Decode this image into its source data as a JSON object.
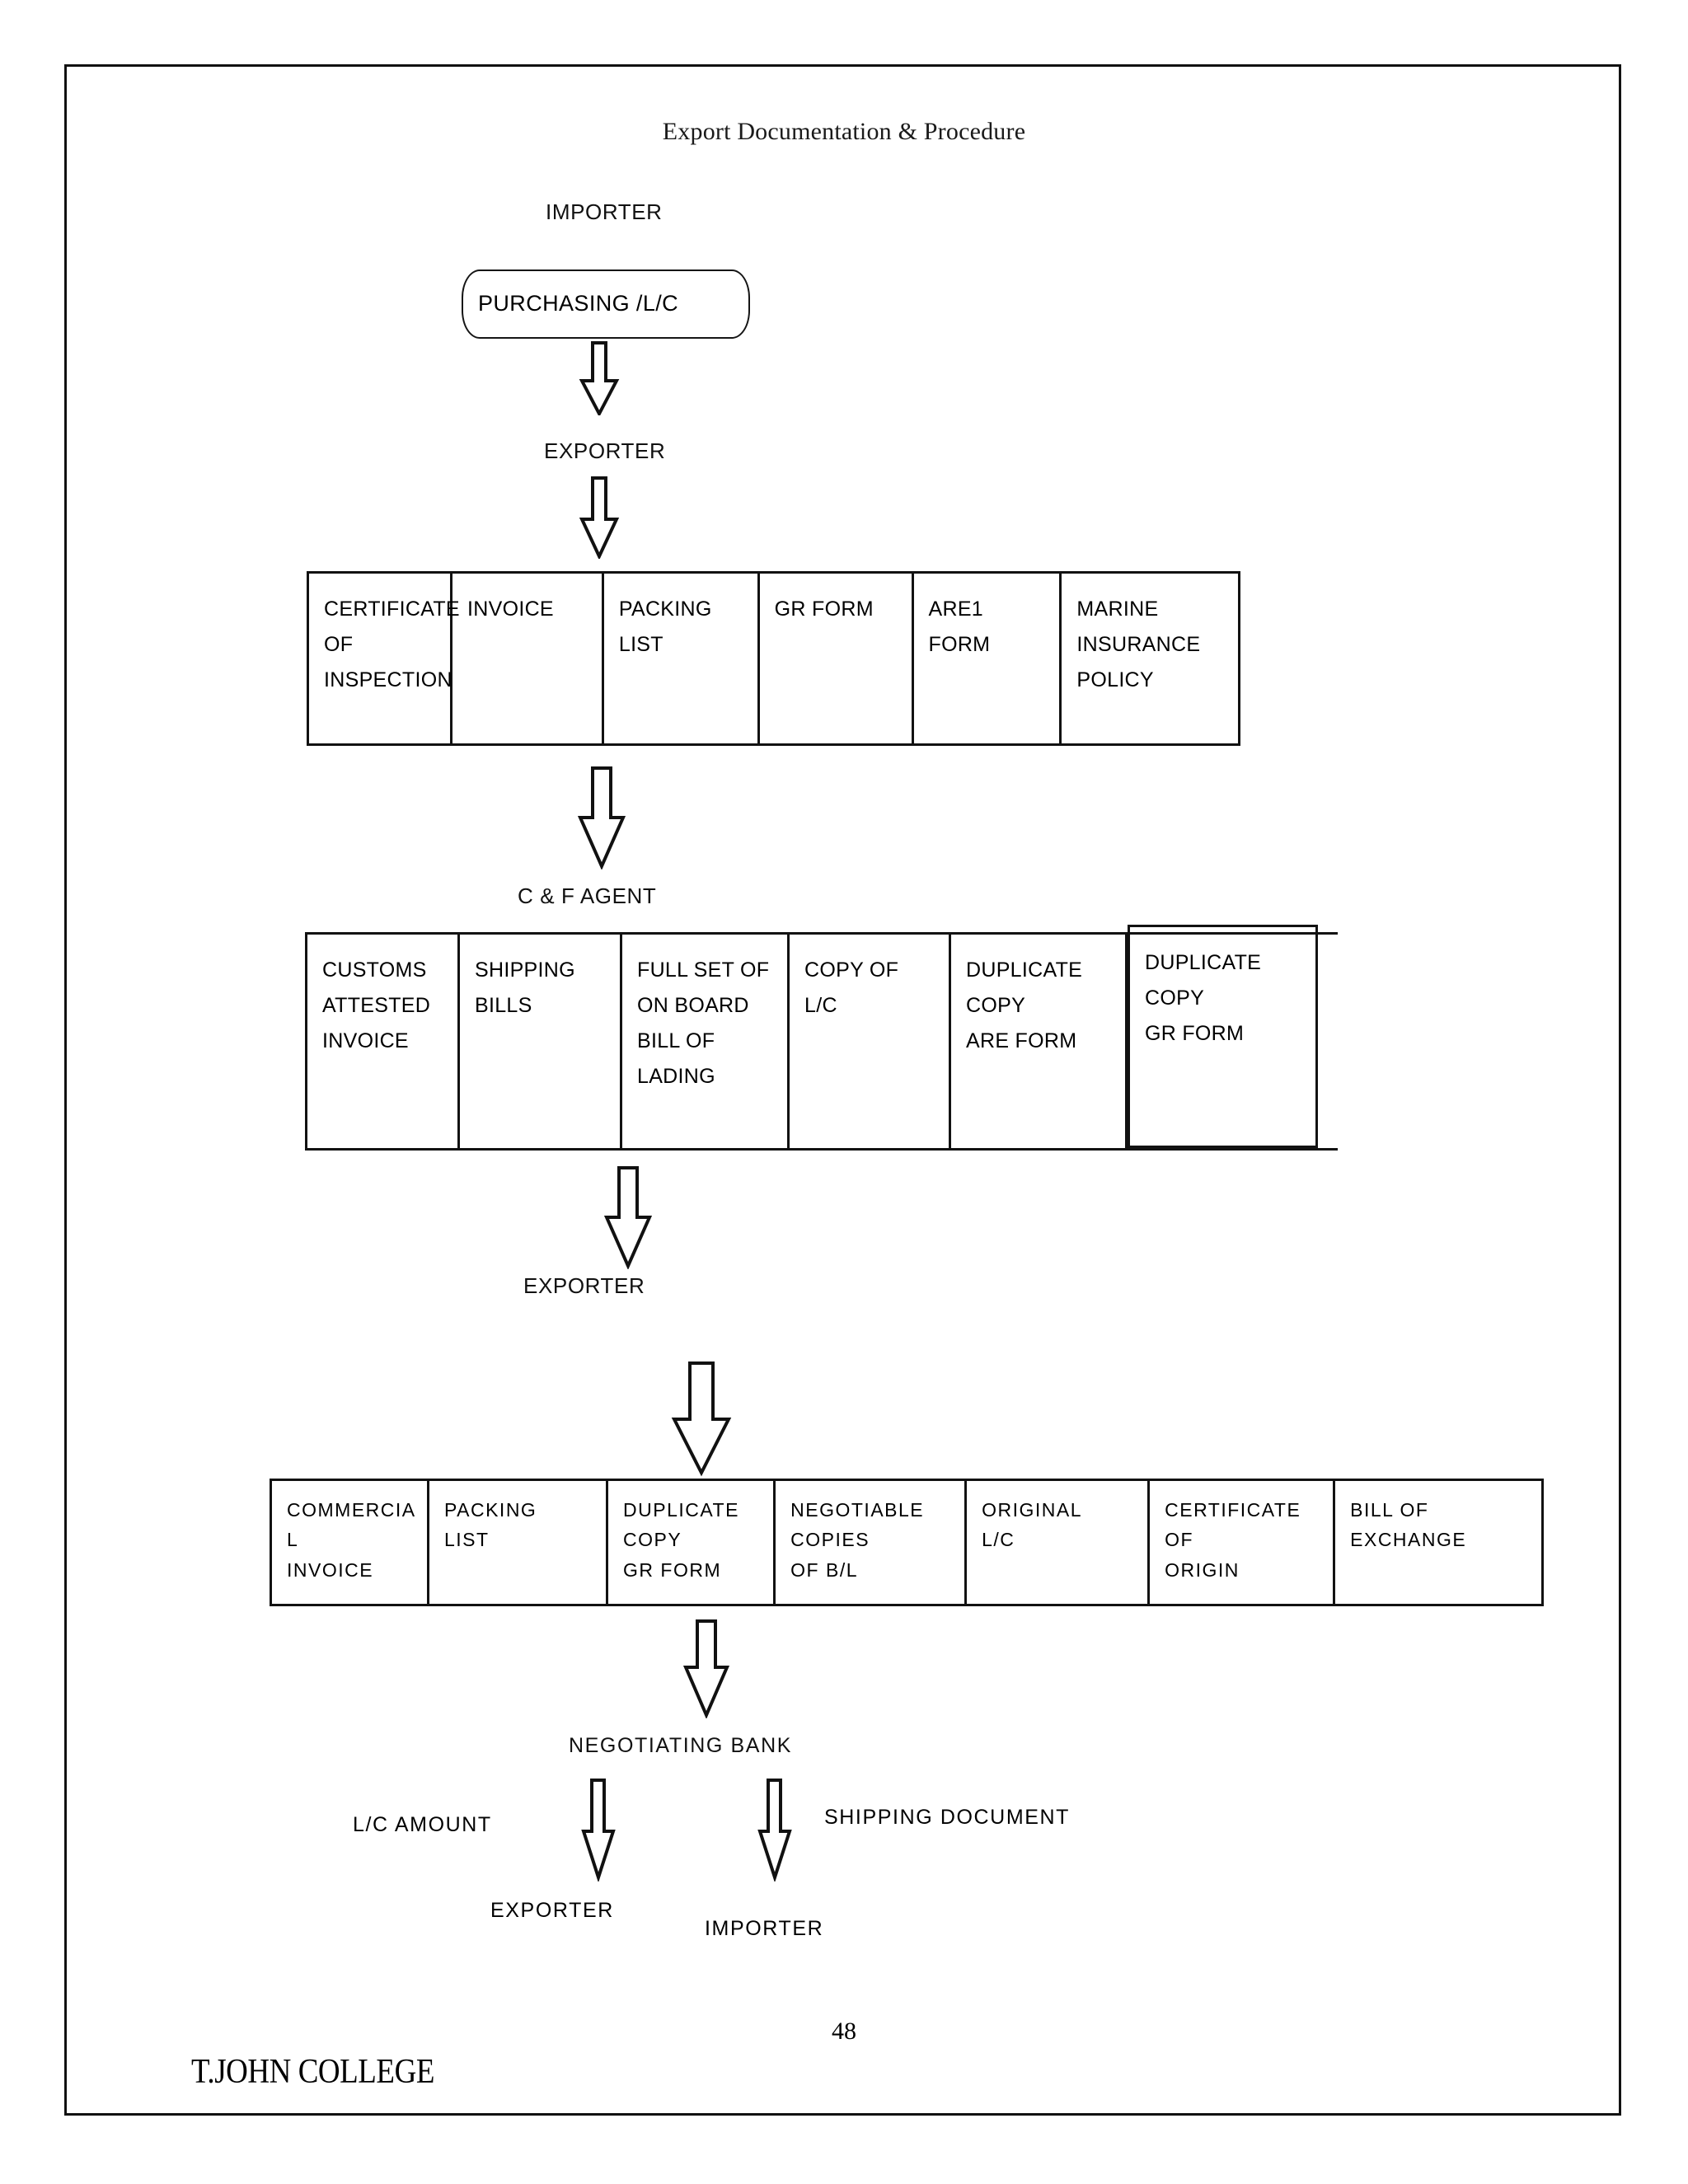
{
  "page": {
    "running_head": "Export Documentation & Procedure",
    "page_number": "48",
    "college_name": "T.JOHN COLLEGE"
  },
  "flow": {
    "importer_label": "IMPORTER",
    "purchasing_box": "PURCHASING /L/C",
    "exporter_label_1": "EXPORTER",
    "cf_agent_label": "C & F AGENT",
    "exporter_label_2": "EXPORTER",
    "negotiating_bank_label": "NEGOTIATING BANK",
    "lc_amount_label": "L/C AMOUNT",
    "shipping_document_label": "SHIPPING DOCUMENT",
    "exporter_label_3": "EXPORTER",
    "importer_label_2": "IMPORTER"
  },
  "doc_table_1": {
    "cells": [
      "CERTIFICATE\nOF\nINSPECTION",
      "INVOICE",
      "PACKING\nLIST",
      "GR FORM",
      "ARE1 FORM",
      "MARINE\nINSURANCE\nPOLICY"
    ]
  },
  "doc_table_2": {
    "cells": [
      "CUSTOMS\nATTESTED\nINVOICE",
      "SHIPPING\nBILLS",
      "FULL SET OF\nON BOARD\nBILL OF\nLADING",
      "COPY OF\nL/C",
      "DUPLICATE COPY\nARE FORM",
      "DUPLICATE COPY\nGR FORM"
    ]
  },
  "doc_table_3": {
    "cells": [
      "COMMERCIA\nL\nINVOICE",
      "PACKING\nLIST",
      "DUPLICATE\nCOPY\nGR FORM",
      "NEGOTIABLE\nCOPIES\nOF B/L",
      "ORIGINAL\nL/C",
      "CERTIFICATE\nOF\nORIGIN",
      "BILL OF EXCHANGE"
    ]
  },
  "colors": {
    "ink": "#111111",
    "paper": "#ffffff",
    "rule": "#121212"
  }
}
